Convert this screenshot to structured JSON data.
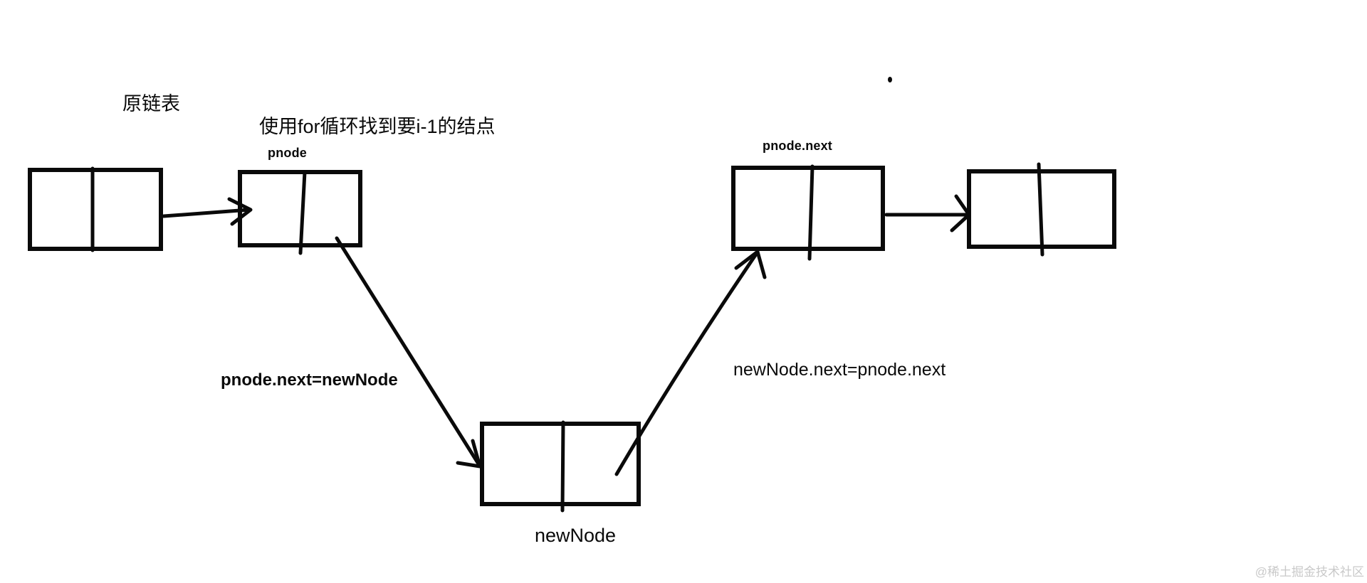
{
  "canvas": {
    "background": "#ffffff",
    "ink": "#0a0a0a"
  },
  "labels": {
    "original_list": "原链表",
    "find_hint": "使用for循环找到要i-1的结点",
    "pnode": "pnode",
    "pnode_next": "pnode.next",
    "assign_pnode_next": "pnode.next=newNode",
    "assign_newnode_next": "newNode.next=pnode.next",
    "newnode": "newNode"
  },
  "watermark": {
    "text": "@稀土掘金技术社区",
    "color": "#c9c9c9"
  },
  "structure": {
    "type": "linked-list-insertion-diagram",
    "nodes": [
      "head",
      "pnode",
      "newNode",
      "pnode.next",
      "tail"
    ],
    "arrows": [
      {
        "from": "head",
        "to": "pnode"
      },
      {
        "from": "pnode",
        "to": "newNode",
        "operation": "pnode.next=newNode"
      },
      {
        "from": "newNode",
        "to": "pnode.next",
        "operation": "newNode.next=pnode.next"
      },
      {
        "from": "pnode.next",
        "to": "tail"
      }
    ]
  }
}
